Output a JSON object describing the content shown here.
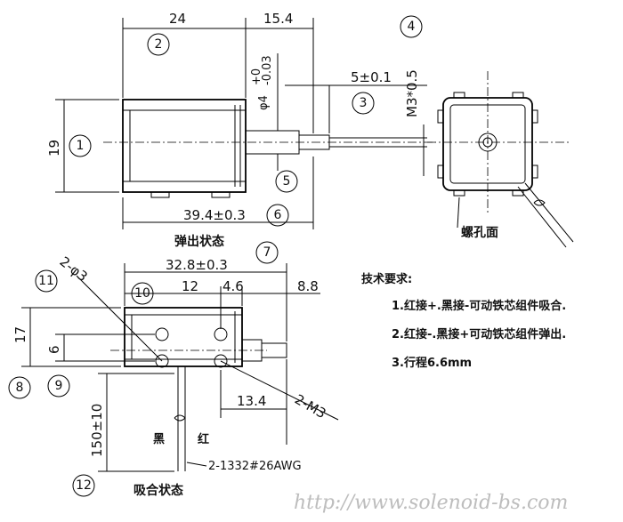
{
  "dimensions": {
    "top_width": "24",
    "plunger_len": "15.4",
    "shaft_dia": "φ4",
    "shaft_tol_upper": "+0",
    "shaft_tol_lower": "-0.03",
    "stroke_end": "5±0.1",
    "thread": "M3*0.5",
    "height": "19",
    "total_len": "39.4±0.3",
    "body_len": "32.8±0.3",
    "hole_spacing": "12",
    "hole_offset": "4.6",
    "shaft_out": "8.8",
    "height_side": "17",
    "hole_vspacing": "6",
    "hole_count_dia": "2-φ3",
    "screw_holes": "2-M3",
    "m3_offset": "13.4",
    "lead_len": "150±10",
    "wire_spec": "2-1332#26AWG"
  },
  "callouts": [
    "1",
    "2",
    "3",
    "4",
    "5",
    "6",
    "7",
    "8",
    "9",
    "10",
    "11",
    "12"
  ],
  "labels": {
    "released": "弹出状态",
    "attracted": "吸合状态",
    "screw_face": "螺孔面",
    "black": "黑",
    "red": "红"
  },
  "requirements": {
    "title": "技术要求:",
    "items": [
      "1.红接+.黑接-可动铁芯组件吸合.",
      "2.红接-.黑接+可动铁芯组件弹出.",
      "3.行程6.6"
    ],
    "unit_mm": "mm"
  },
  "watermark": "http://www.solenoid-bs.com"
}
